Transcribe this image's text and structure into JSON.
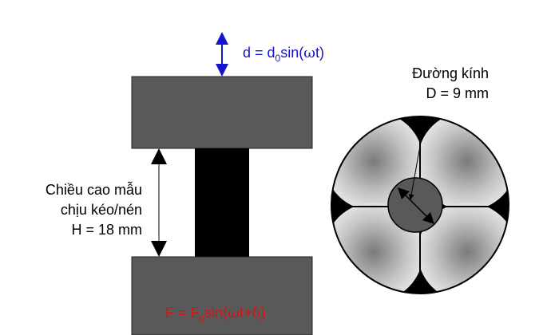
{
  "labels": {
    "displacement": {
      "text": "d = d",
      "sub": "0",
      "tail_open": "sin(",
      "omega": "ω",
      "tail_close": "t)",
      "color": "#1414c8"
    },
    "force": {
      "text": "F = F",
      "sub": "0",
      "tail_open": "sin(",
      "omega": "ω",
      "mid": "t+",
      "delta": "δ",
      "tail_close": ")",
      "color": "#e01010"
    },
    "height": {
      "line1": "Chiều cao mẫu",
      "line2": "chịu kéo/nén",
      "line3": "H = 18 mm"
    },
    "diameter": {
      "line1": "Đường kính",
      "line2": "D = 9 mm"
    }
  },
  "colors": {
    "plate_fill": "#595959",
    "sample_fill": "#000000",
    "arrow": "#000000",
    "disc_outline": "#000000",
    "center_fill": "#595959"
  }
}
